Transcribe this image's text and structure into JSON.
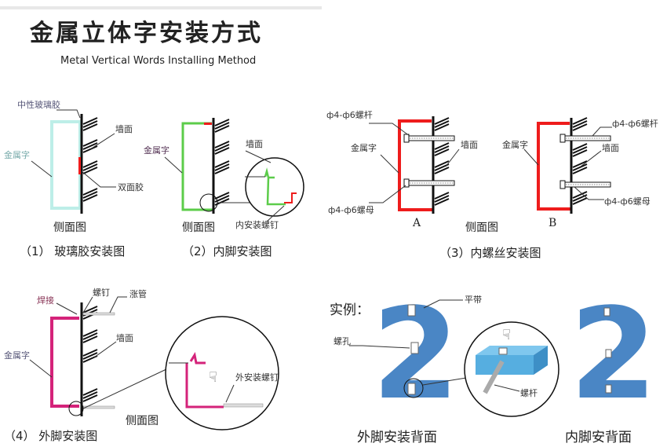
{
  "header": {
    "title": "金属立体字安装方式",
    "subtitle": "Metal Vertical Words Installing  Method"
  },
  "diagram1": {
    "label_glue": "中性玻璃胶",
    "label_letter": "金属字",
    "label_wall": "墙面",
    "label_tape": "双面胶",
    "side_view": "侧面图",
    "caption": "（1）  玻璃胶安装图"
  },
  "diagram2": {
    "label_letter": "金属字",
    "label_wall": "墙面",
    "label_screw": "内安装螺钉",
    "side_view": "侧面图",
    "caption": "（2）内脚安装图"
  },
  "diagram3": {
    "a": {
      "label_rod": "ф4-ф6螺杆",
      "label_letter": "金属字",
      "label_wall": "墙面",
      "label_nut": "ф4-ф6螺母",
      "tag": "A"
    },
    "b": {
      "label_rod": "ф4-ф6螺杆",
      "label_letter": "金属字",
      "label_wall": "墙面",
      "label_nut": "ф4-ф6螺母",
      "tag": "B"
    },
    "side_view": "侧面图",
    "caption": "（3）内螺丝安装图"
  },
  "diagram4": {
    "label_weld": "焊接",
    "label_screw": "螺钉",
    "label_tube": "涨管",
    "label_letter": "金属字",
    "label_wall": "墙面",
    "label_outer_screw": "外安装螺钉",
    "side_view": "侧面图",
    "caption": "（4）  外脚安装图"
  },
  "example": {
    "title": "实例：",
    "glyph": "2",
    "label_strip": "平带",
    "label_hole": "螺孔",
    "label_rod": "螺杆",
    "caption_outer": "外脚安装背面",
    "caption_inner": "内脚安背面"
  },
  "colors": {
    "glass": "#bdeee8",
    "green": "#5ccc4a",
    "red": "#ee1c1c",
    "magenta": "#d4237a",
    "blue": "#4a86c5"
  }
}
